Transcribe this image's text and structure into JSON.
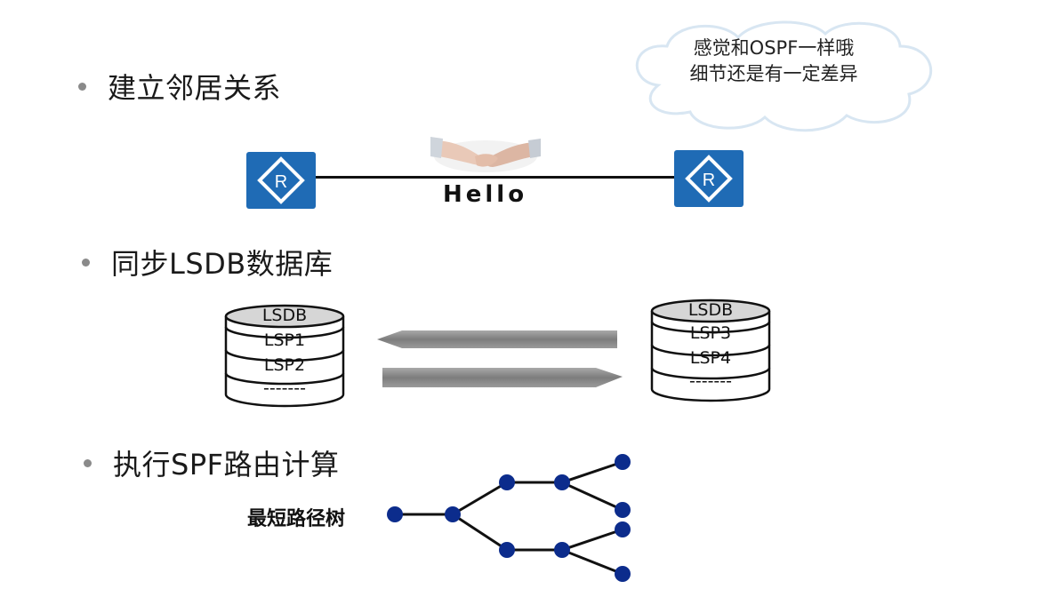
{
  "bullets": {
    "neighbor": "建立邻居关系",
    "sync": "同步LSDB数据库",
    "spf": "执行SPF路由计算"
  },
  "cloud": {
    "line1": "感觉和OSPF一样哦",
    "line2": "细节还是有一定差异"
  },
  "hello": "Hello",
  "router_letter": "R",
  "db_left": {
    "header": "LSDB",
    "rows": [
      "LSP1",
      "LSP2",
      "-------"
    ]
  },
  "db_right": {
    "header": "LSDB",
    "rows": [
      "LSP3",
      "LSP4",
      "-------"
    ]
  },
  "tree": {
    "label": "最短路径树",
    "node_color": "#0c2c8c"
  }
}
